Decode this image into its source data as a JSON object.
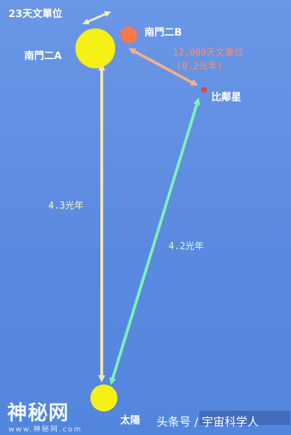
{
  "labels": {
    "sep_ab": "23天文單位",
    "star_b": "南門二B",
    "star_a": "南門二A",
    "dist_b_proxima": "12,000天文單位",
    "dist_b_proxima_ly": "(0.2光年)",
    "proxima": "比鄰星",
    "dist_sun_a": "4.3光年",
    "dist_sun_proxima": "4.2光年",
    "sun": "太陽"
  },
  "credit": "头条号 / 宇宙科学人",
  "watermark": {
    "logo": "神秘网",
    "url": "www.神秘网.com"
  },
  "colors": {
    "background": "#5c8be0",
    "star_a": "#f7f017",
    "star_b": "#f47a4e",
    "proxima": "#e04a2e",
    "sun": "#f7f017",
    "arrow_sun_a": "#f5e6b0",
    "arrow_sun_proxima": "#7ef2b4",
    "arrow_b_proxima": "#f4b08a"
  }
}
